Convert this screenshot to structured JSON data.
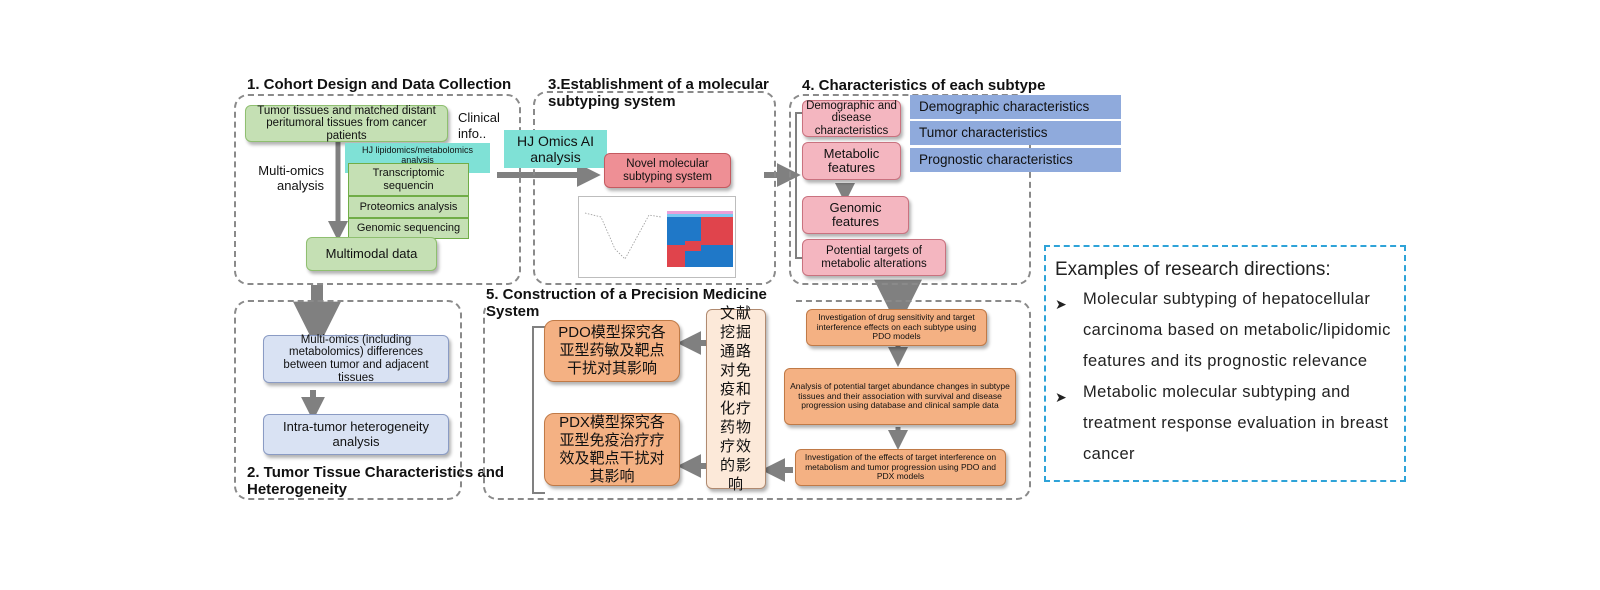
{
  "section1": {
    "title": "1. Cohort Design and Data Collection",
    "tumor_tissues": "Tumor tissues and matched distant peritumoral tissues from cancer patients",
    "clinical_info": "Clinical info..",
    "multi_omics": "Multi-omics analysis",
    "lipidomics": "HJ lipidomics/metabolomics analysis",
    "transcriptomic": "Transcriptomic sequencin",
    "proteomics": "Proteomics analysis",
    "genomic": "Genomic sequencing",
    "multimodal": "Multimodal data"
  },
  "section2": {
    "title": "2. Tumor Tissue Characteristics and Heterogeneity",
    "differences": "Multi-omics (including metabolomics) differences between tumor and adjacent tissues",
    "heterogeneity": "Intra-tumor heterogeneity analysis"
  },
  "section3": {
    "title": "3.Establishment of a molecular subtyping system",
    "ai_analysis": "HJ Omics AI analysis",
    "novel_system": "Novel molecular subtyping system"
  },
  "section4": {
    "title": "4. Characteristics of each subtype",
    "demographic": "Demographic and disease characteristics",
    "metabolic": "Metabolic features",
    "genomic_features": "Genomic features",
    "potential_targets": "Potential targets of metabolic alterations",
    "char_list": [
      "Demographic characteristics",
      "Tumor characteristics",
      "Prognostic characteristics"
    ]
  },
  "section5": {
    "title": "5. Construction of a Precision Medicine System",
    "drug_sensitivity": "Investigation of drug sensitivity and target interference effects on each subtype using PDO models",
    "target_abundance": "Analysis of potential target abundance changes in subtype tissues and their association with survival and disease progression using database and clinical sample data",
    "target_effects": "Investigation of the effects of target interference on metabolism and tumor progression using PDO and PDX models",
    "literature": "文献挖掘通路对免疫和化疗药物疗效的影响",
    "pdo_cn": "PDO模型探究各亚型药敏及靶点干扰对其影响",
    "pdx_cn": "PDX模型探究各亚型免疫治疗疗效及靶点干扰对其影响"
  },
  "examples": {
    "heading": "Examples of research directions:",
    "items": [
      "Molecular subtyping of hepatocellular carcinoma based on metabolic/lipidomic features and its prognostic relevance",
      "Metabolic molecular subtyping and treatment response evaluation in breast cancer"
    ]
  },
  "colors": {
    "green": "#c5e0b4",
    "teal": "#7fe1d6",
    "red": "#ee8f95",
    "pink": "#f4b6c0",
    "blue": "#d9e2f3",
    "bluebar": "#8faadc",
    "orange": "#f4b183",
    "cream": "#fce9d9",
    "dashed_blue": "#2ea3d8",
    "arrow": "#808080"
  }
}
